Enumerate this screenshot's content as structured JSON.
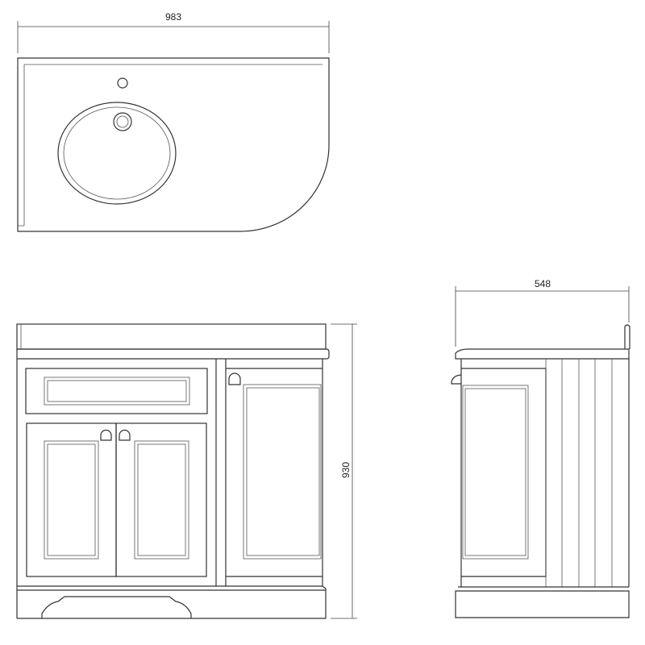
{
  "dimensions": {
    "width": "983",
    "height": "930",
    "depth": "548"
  },
  "views": [
    "top-plan-view",
    "front-elevation",
    "side-elevation"
  ]
}
